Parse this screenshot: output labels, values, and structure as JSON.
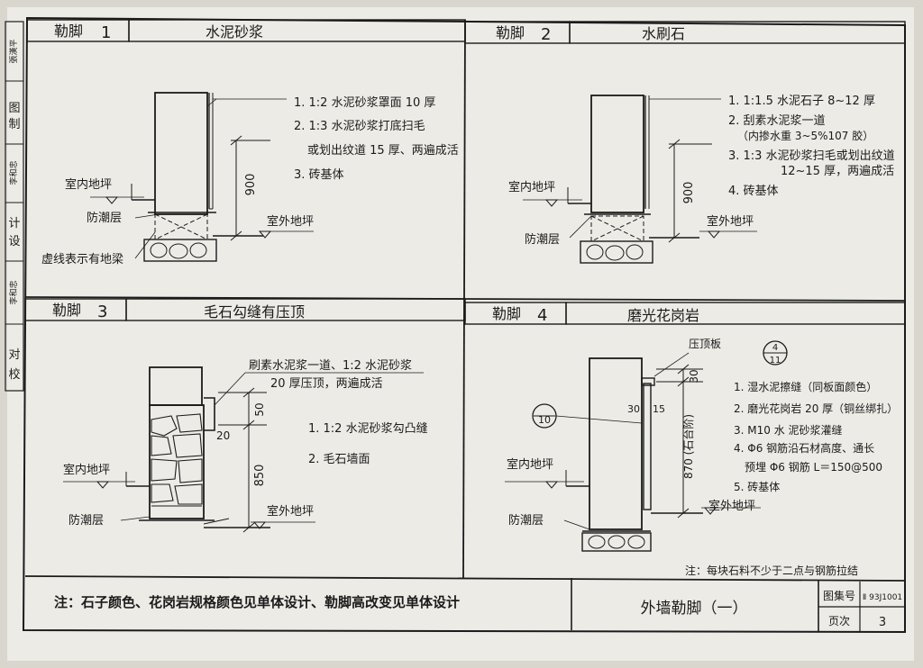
{
  "side_panel": {
    "labels": [
      "校",
      "对",
      "设",
      "计",
      "制",
      "图"
    ],
    "signatures": [
      "李和忠",
      "李和忠",
      "張漢平"
    ]
  },
  "panels": [
    {
      "label": "勒脚",
      "number": "1",
      "title": "水泥砂浆",
      "notes": [
        "1. 1:2 水泥砂浆罩面 10 厚",
        "2. 1:3 水泥砂浆打底扫毛",
        "或划出纹道 15 厚、两遍成活",
        "3. 砖基体"
      ],
      "labels": {
        "indoor": "室内地坪",
        "moisture": "防潮层",
        "outdoor": "室外地坪",
        "beam": "虚线表示有地梁"
      },
      "dims": [
        "900"
      ]
    },
    {
      "label": "勒脚",
      "number": "2",
      "title": "水刷石",
      "notes": [
        "1. 1:1.5 水泥石子 8~12 厚",
        "2. 刮素水泥浆一道",
        "（内掺水重 3~5%107 胶）",
        "3. 1:3 水泥砂浆扫毛或划出纹道",
        "12~15 厚，两遍成活",
        "4. 砖基体"
      ],
      "labels": {
        "indoor": "室内地坪",
        "moisture": "防潮层",
        "outdoor": "室外地坪"
      },
      "dims": [
        "900"
      ]
    },
    {
      "label": "勒脚",
      "number": "3",
      "title": "毛石勾缝有压顶",
      "notes": [
        "刷素水泥浆一道、1:2 水泥砂浆",
        "20 厚压顶，两遍成活",
        "1. 1:2 水泥砂浆勾凸缝",
        "2. 毛石墙面"
      ],
      "labels": {
        "indoor": "室内地坪",
        "moisture": "防潮层",
        "outdoor": "室外地坪"
      },
      "dims": [
        "50",
        "20",
        "850"
      ]
    },
    {
      "label": "勒脚",
      "number": "4",
      "title": "磨光花岗岩",
      "notes": [
        "1. 湿水泥擦缝（同板面颜色）",
        "2. 磨光花岗岩 20 厚（铜丝绑扎）",
        "3. M10 水 泥砂浆灌缝",
        "4. Φ6 钢筋沿石材高度、通长",
        "预埋 Φ6 钢筋 L＝150@500",
        "5. 砖基体"
      ],
      "labels": {
        "indoor": "室内地坪",
        "moisture": "防潮层",
        "outdoor": "室外地坪",
        "cap_plate": "压顶板"
      },
      "dims": [
        "30",
        "30",
        "15",
        "870 (石台阶)"
      ],
      "callouts": {
        "left_top": "10",
        "right_top": "4",
        "right_bottom": "11"
      },
      "footnote": "注：每块石料不少于二点与钢筋拉结"
    }
  ],
  "bottom": {
    "note": "注：石子颜色、花岗岩规格颜色见单体设计、勒脚高改变见单体设计",
    "sheet_title": "外墙勒脚（一）",
    "atlas_label": "图集号",
    "atlas_no": "Ⅱ 93J1001",
    "page_label": "页次",
    "page_no": "3"
  }
}
